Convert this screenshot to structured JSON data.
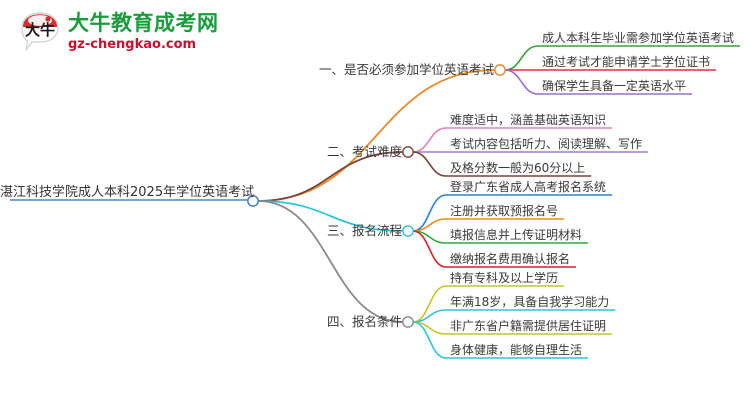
{
  "logo": {
    "mark_name": "da-niu-speech-bubble-logo",
    "title": "大牛教育成考网",
    "domain": "gz-chengkao.com",
    "title_color": "#1a9c3c",
    "domain_color": "#c8102e",
    "mark_color": "#d32f2f"
  },
  "mindmap": {
    "root": {
      "label": "湛江科技学院成人本科2025年学位英语考试",
      "underline_color": "#4a86c8",
      "connector_color": "#3b78c3"
    },
    "branches": [
      {
        "label": "一、是否必须参加学位英语考试",
        "line_color": "#e8892a",
        "connector_color": "#e8892a",
        "leaves": [
          {
            "label": "成人本科生毕业需参加学位英语考试",
            "color": "#3aa13a"
          },
          {
            "label": "通过考试才能申请学士学位证书",
            "color": "#d8333a"
          },
          {
            "label": "确保学生具备一定英语水平",
            "color": "#9b6fd0"
          }
        ]
      },
      {
        "label": "二、考试难度",
        "line_color": "#7a4436",
        "connector_color": "#7a4436",
        "leaves": [
          {
            "label": "难度适中，涵盖基础英语知识",
            "color": "#e87fc4"
          },
          {
            "label": "考试内容包括听力、阅读理解、写作",
            "color": "#9b7fd0"
          },
          {
            "label": "及格分数一般为60分以上",
            "color": "#7a4436"
          }
        ]
      },
      {
        "label": "三、报名流程",
        "line_color": "#2ec4dd",
        "connector_color": "#2ec4dd",
        "leaves": [
          {
            "label": "登录广东省成人高考报名系统",
            "color": "#2b7fd4"
          },
          {
            "label": "注册并获取预报名号",
            "color": "#f08a1c"
          },
          {
            "label": "填报信息并上传证明材料",
            "color": "#2faa3a"
          },
          {
            "label": "缴纳报名费用确认报名",
            "color": "#d8212c"
          }
        ]
      },
      {
        "label": "四、报名条件",
        "line_color": "#8a8a8a",
        "connector_color": "#8a8a8a",
        "leaves": [
          {
            "label": "持有专科及以上学历",
            "color": "#c8c42a"
          },
          {
            "label": "年满18岁，具备自我学习能力",
            "color": "#2ec4dd"
          },
          {
            "label": "非广东省户籍需提供居住证明",
            "color": "#c8c42a"
          },
          {
            "label": "身体健康，能够自理生活",
            "color": "#2ec4dd"
          }
        ]
      }
    ]
  }
}
